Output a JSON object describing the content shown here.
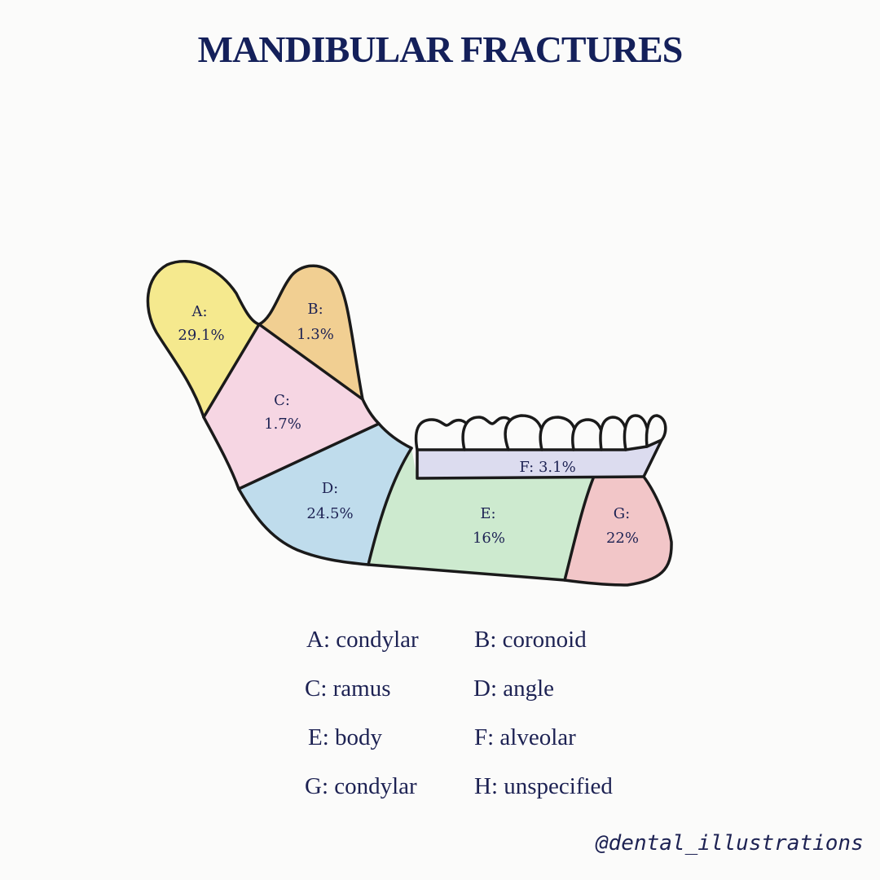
{
  "title": "MANDIBULAR FRACTURES",
  "regions": [
    {
      "id": "A",
      "label": "A:",
      "value": "29.1%",
      "color": "#f5e98e"
    },
    {
      "id": "B",
      "label": "B:",
      "value": "1.3%",
      "color": "#f1cf92"
    },
    {
      "id": "C",
      "label": "C:",
      "value": "1.7%",
      "color": "#f6d6e3"
    },
    {
      "id": "D",
      "label": "D:",
      "value": "24.5%",
      "color": "#bfdcec"
    },
    {
      "id": "E",
      "label": "E:",
      "value": "16%",
      "color": "#cdeacf"
    },
    {
      "id": "F",
      "label": "F: 3.1%",
      "value": "",
      "color": "#dcdcef"
    },
    {
      "id": "G",
      "label": "G:",
      "value": "22%",
      "color": "#f2c6c8"
    }
  ],
  "legend": [
    "A: condylar",
    "B: coronoid",
    "C: ramus",
    "D: angle",
    "E:  body",
    "F:  alveolar",
    "G: condylar",
    "H:  unspecified"
  ],
  "handle": "@dental_illustrations"
}
